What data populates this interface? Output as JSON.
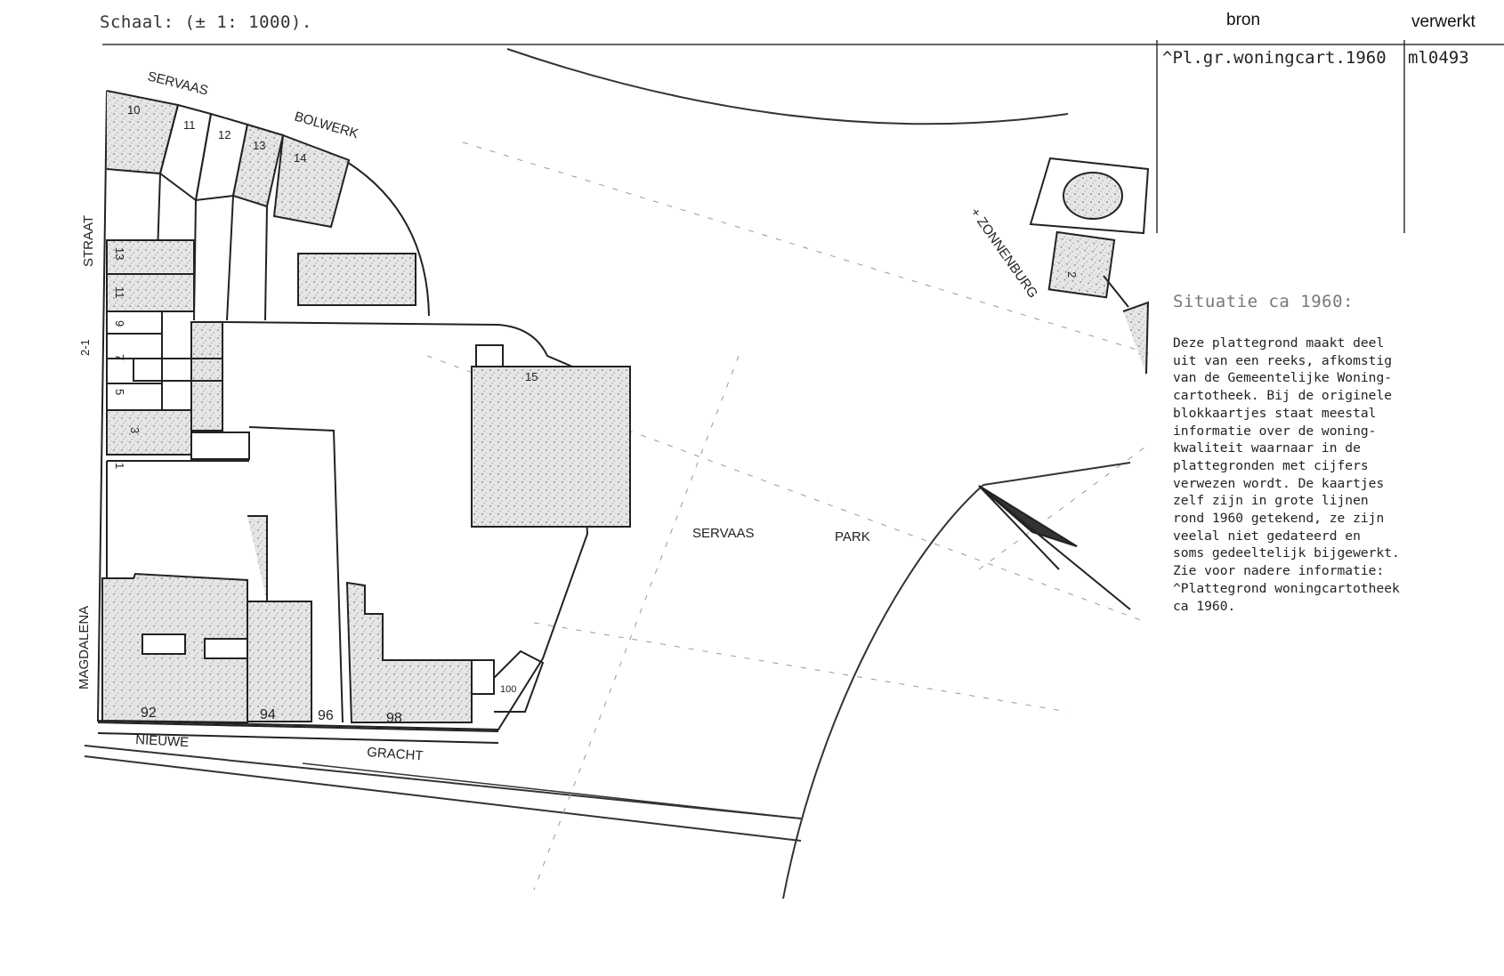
{
  "header": {
    "scale": "Schaal: (± 1: 1000).",
    "col_source_label": "bron",
    "col_processed_label": "verwerkt",
    "source_value": "^Pl.gr.woningcart.1960",
    "code_value": "ml0493"
  },
  "info": {
    "title": "Situatie ca 1960:",
    "lines": [
      "Deze plattegrond maakt deel",
      "uit van een reeks, afkomstig",
      "van de Gemeentelijke Woning-",
      "cartotheek. Bij de originele",
      "blokkaartjes staat meestal",
      "informatie over de woning-",
      "kwaliteit waarnaar in de",
      "plattegronden met cijfers",
      "verwezen wordt. De kaartjes",
      "zelf zijn in grote lijnen",
      "rond 1960 getekend, ze zijn",
      "veelal niet gedateerd en",
      "soms gedeeltelijk bijgewerkt.",
      "Zie voor nadere informatie:",
      "^Plattegrond woningcartotheek",
      "ca 1960."
    ]
  },
  "map": {
    "streets": {
      "servaas": "SERVAAS",
      "bolwerk": "BOLWERK",
      "straat": "STRAAT",
      "magdalena": "MAGDALENA",
      "nieuwe": "NIEUWE",
      "gracht": "GRACHT",
      "zonnenburg": "+ ZONNENBURG",
      "park_1": "SERVAAS",
      "park_2": "PARK"
    },
    "numbers": {
      "n10": "10",
      "n11": "11",
      "n12": "12",
      "n13": "13",
      "n14": "14",
      "w13": "13",
      "w11": "11",
      "w9": "9",
      "w7": "7",
      "w5": "5",
      "w3": "3",
      "w1": "1",
      "w21": "2-1",
      "b15": "15",
      "z2": "2",
      "s92": "92",
      "s94": "94",
      "s96": "96",
      "s98": "98",
      "s100": "100"
    },
    "colors": {
      "ink": "#222222",
      "hatch": "#8a8a8a",
      "fill": "#d8d8d8"
    }
  }
}
